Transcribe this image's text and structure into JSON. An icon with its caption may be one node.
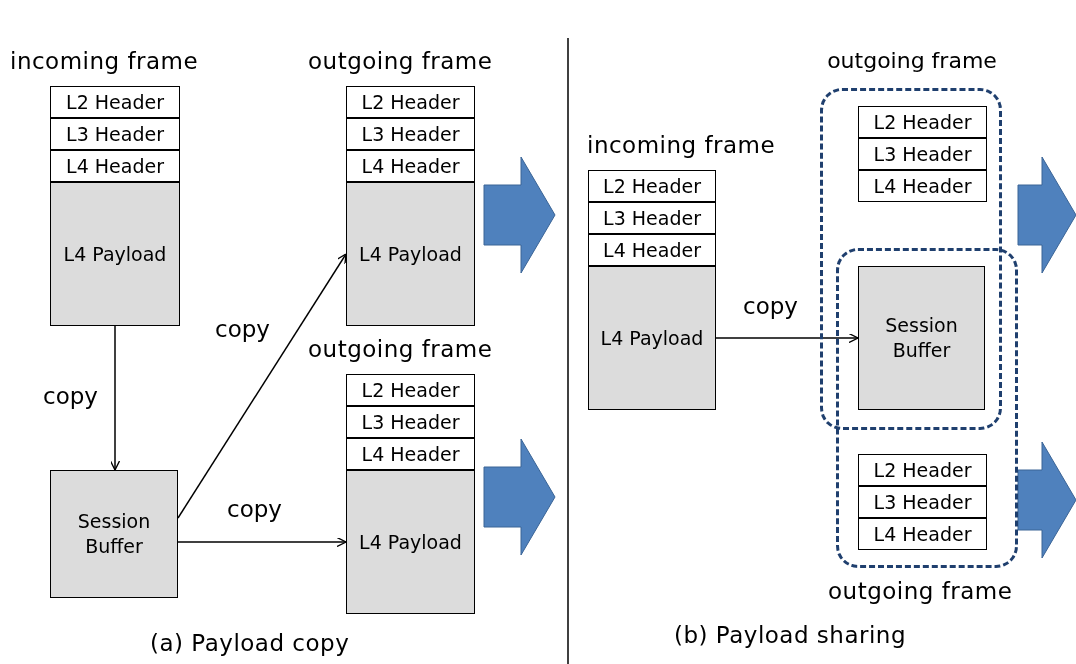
{
  "diagram": {
    "nodes": [
      {
        "text": [
          "incoming frame"
        ]
      },
      {
        "text": [
          "L2 Header"
        ],
        "in": 0
      },
      {
        "text": [
          "L3 Header"
        ],
        "in": 0
      },
      {
        "text": [
          "L4 Header"
        ],
        "in": 0
      },
      {
        "text": [
          "L4 Payload"
        ],
        "in": 0
      },
      {
        "text": [
          "outgoing frame"
        ]
      },
      {
        "text": [
          "L2 Header"
        ],
        "in": 5
      },
      {
        "text": [
          "L3 Header"
        ],
        "in": 5
      },
      {
        "text": [
          "L4 Header"
        ],
        "in": 5
      },
      {
        "text": [
          "L4 Payload"
        ],
        "in": 5
      },
      {
        "text": [
          "outgoing frame"
        ]
      },
      {
        "text": [
          "L2 Header"
        ],
        "in": 10
      },
      {
        "text": [
          "L3 Header"
        ],
        "in": 10
      },
      {
        "text": [
          "L4 Header"
        ],
        "in": 10
      },
      {
        "text": [
          "L4 Payload"
        ],
        "in": 10
      },
      {
        "text": [
          "Session Buffer"
        ]
      },
      {
        "text": [
          "incoming frame"
        ]
      },
      {
        "text": [
          "L2 Header"
        ],
        "in": 16
      },
      {
        "text": [
          "L3 Header"
        ],
        "in": 16
      },
      {
        "text": [
          "L4 Header"
        ],
        "in": 16
      },
      {
        "text": [
          "L4 Payload"
        ],
        "in": 16
      },
      {
        "text": [
          "outgoing frame"
        ]
      },
      {
        "text": [
          "L2 Header"
        ],
        "in": 21
      },
      {
        "text": [
          "L3 Header"
        ],
        "in": 21
      },
      {
        "text": [
          "L4 Header"
        ],
        "in": 21
      },
      {
        "text": [
          "outgoing frame"
        ]
      },
      {
        "text": [
          "L2 Header"
        ],
        "in": 25
      },
      {
        "text": [
          "L3 Header"
        ],
        "in": 25
      },
      {
        "text": [
          "L4 Header"
        ],
        "in": 25
      },
      {
        "text": [
          "Session Buffer"
        ]
      }
    ],
    "edges": [
      {
        "from": 4,
        "to": 15,
        "arrow": "to",
        "label": "copy"
      },
      {
        "from": 15,
        "to": 9,
        "arrow": "to",
        "label": "copy"
      },
      {
        "from": 15,
        "to": 14,
        "arrow": "to",
        "label": "copy"
      },
      {
        "from": 5,
        "to": null,
        "arrow": "to",
        "style": "thick",
        "color": "#4f81bd"
      },
      {
        "from": 10,
        "to": null,
        "arrow": "to",
        "style": "thick",
        "color": "#4f81bd"
      },
      {
        "from": 20,
        "to": 29,
        "arrow": "to",
        "label": "copy"
      },
      {
        "from": 21,
        "to": null,
        "arrow": "to",
        "style": "thick",
        "color": "#4f81bd"
      },
      {
        "from": 25,
        "to": null,
        "arrow": "to",
        "style": "thick",
        "color": "#4f81bd"
      }
    ],
    "labels": [
      "(a) Payload copy",
      "(b) Payload sharing"
    ]
  }
}
